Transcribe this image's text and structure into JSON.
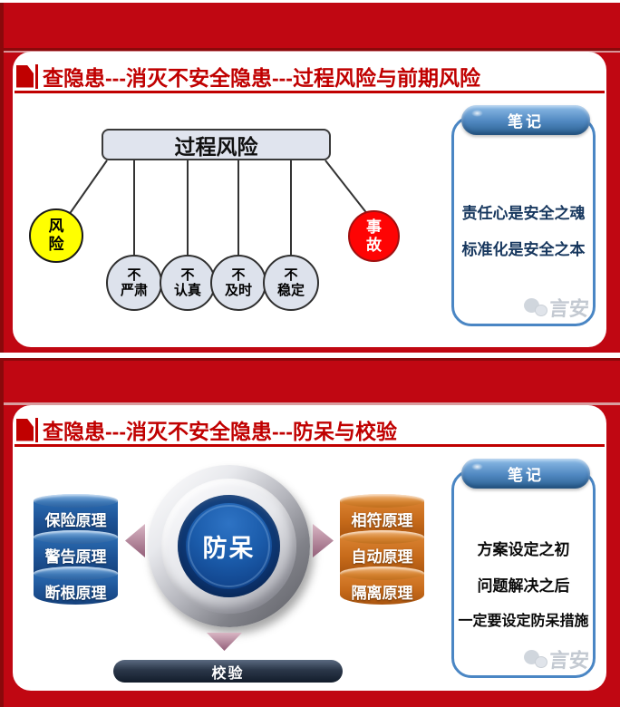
{
  "slide1": {
    "title": "查隐患---消灭不安全隐患---过程风险与前期风险",
    "diagram": {
      "root": "过程风险",
      "left_node": "风险",
      "right_node": "事故",
      "middle_nodes": [
        "不严肃",
        "不认真",
        "不及时",
        "不稳定"
      ]
    },
    "notes": {
      "header": "笔记",
      "lines": [
        "责任心是安全之魂",
        "标准化是安全之本"
      ]
    },
    "watermark": "言安"
  },
  "slide2": {
    "title": "查隐患---消灭不安全隐患---防呆与校验",
    "diagram": {
      "center": "防呆",
      "left_items": [
        "保险原理",
        "警告原理",
        "断根原理"
      ],
      "right_items": [
        "相符原理",
        "自动原理",
        "隔离原理"
      ],
      "bottom": "校验"
    },
    "notes": {
      "header": "笔记",
      "lines": [
        "方案设定之初",
        "问题解决之后",
        "一定要设定防呆措施"
      ]
    },
    "watermark": "言安"
  },
  "colors": {
    "frame_red": "#c00712",
    "frame_dark_red": "#8a090b",
    "title_red": "#c00000",
    "note_navy": "#17375e",
    "panel_blue": "#4a86c4",
    "cylinder_blue": "#1d5295",
    "cylinder_orange": "#c66a1a",
    "hub_blue": "#14509c",
    "arrow_mauve": "#a06880",
    "node_yellow": "#ffff00",
    "node_red": "#fe0404"
  }
}
